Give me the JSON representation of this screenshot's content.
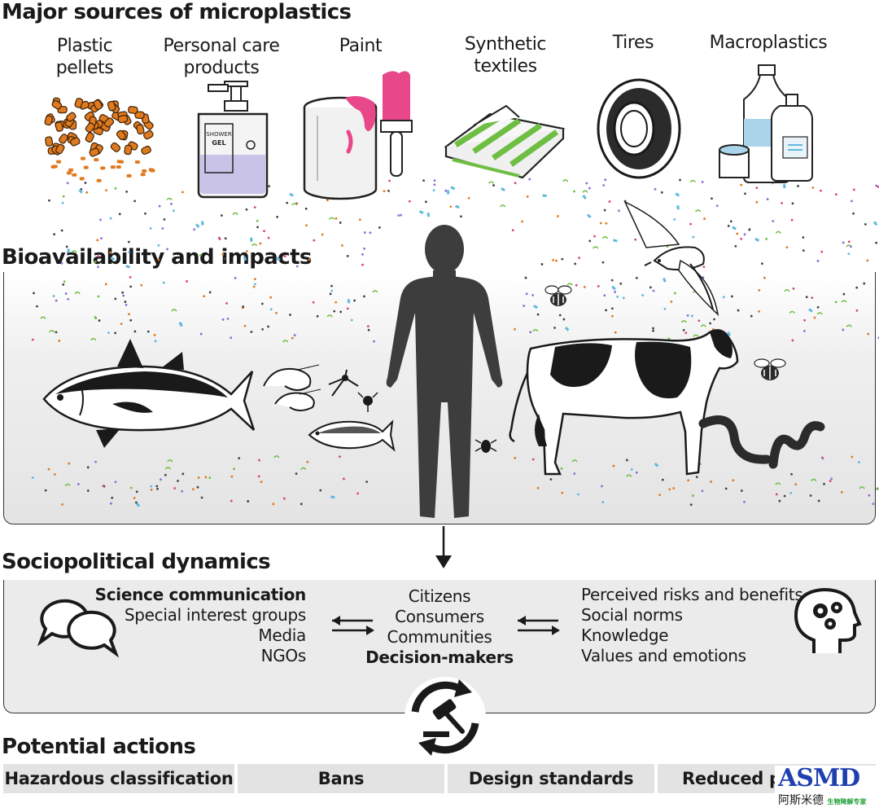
{
  "headings": {
    "sources": "Major sources of microplastics",
    "bio": "Bioavailability and impacts",
    "socio": "Sociopolitical dynamics",
    "actions": "Potential actions"
  },
  "sources": [
    {
      "line1": "Plastic",
      "line2": "pellets"
    },
    {
      "line1": "Personal care",
      "line2": "products"
    },
    {
      "line1": "Paint",
      "line2": ""
    },
    {
      "line1": "Synthetic",
      "line2": "textiles"
    },
    {
      "line1": "Tires",
      "line2": ""
    },
    {
      "line1": "Macroplastics",
      "line2": ""
    }
  ],
  "gel_label": {
    "line1": "SHOWER",
    "line2": "GEL"
  },
  "socio": {
    "left": [
      "Science communication",
      "Special interest groups",
      "Media",
      "NGOs"
    ],
    "center": [
      "Citizens",
      "Consumers",
      "Communities",
      "Decision-makers"
    ],
    "right": [
      "Perceived risks and benefits",
      "Social norms",
      "Knowledge",
      "Values and emotions"
    ]
  },
  "actions": [
    "Hazardous classification",
    "Bans",
    "Design standards",
    "Reduced p"
  ],
  "watermark": {
    "logo": "ASMD",
    "line1": "阿斯米德",
    "line2": "生物降解专家"
  },
  "colors": {
    "pellet": "#e07a1f",
    "paint": "#e8478a",
    "textile": "#6fbe44",
    "gel": "#c9c3e8",
    "bottle_water": "#a9d4ea",
    "silhouette": "#3d3d3d",
    "particle_blue": "#5fb8e0"
  }
}
